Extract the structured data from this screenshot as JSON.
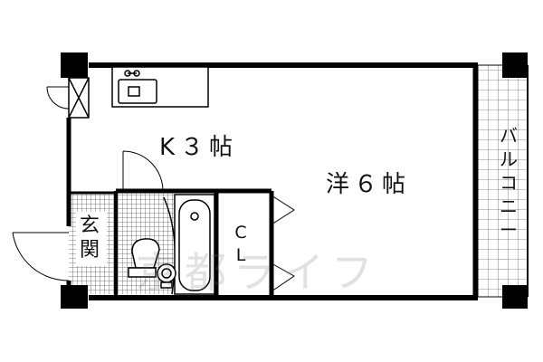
{
  "rooms": {
    "kitchen": "K３帖",
    "western": "洋６帖",
    "closet": [
      "C",
      "L"
    ],
    "entrance": [
      "玄",
      "関"
    ],
    "balcony": [
      "バ",
      "ル",
      "コ",
      "ニ",
      "ー"
    ]
  },
  "watermark": "京都ライフ",
  "colors": {
    "wall": "#000000",
    "tile": "#777777",
    "background": "#ffffff"
  }
}
